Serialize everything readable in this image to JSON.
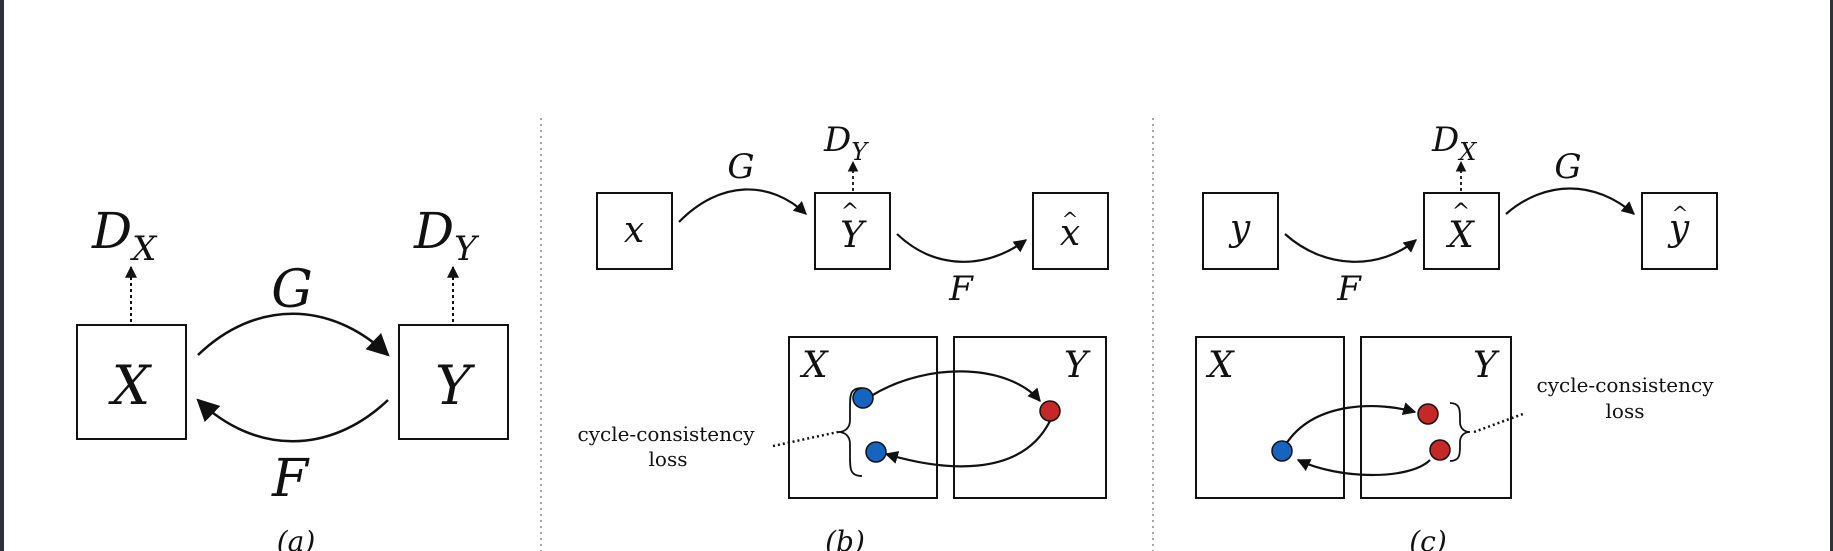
{
  "panel_a": {
    "caption": "(a)",
    "node_x": "X",
    "node_y": "Y",
    "disc_x_main": "D",
    "disc_x_sub": "X",
    "disc_y_main": "D",
    "disc_y_sub": "Y",
    "arrow_g": "G",
    "arrow_f": "F"
  },
  "panel_b": {
    "caption": "(b)",
    "node_x": "x",
    "node_yhat": "Y",
    "node_xhat": "x",
    "disc_main": "D",
    "disc_sub": "Y",
    "arrow_g": "G",
    "arrow_f": "F",
    "domain_x": "X",
    "domain_y": "Y",
    "loss_line1": "cycle-consistency",
    "loss_line2": "loss"
  },
  "panel_c": {
    "caption": "(c)",
    "node_y": "y",
    "node_xhat": "X",
    "node_yhat": "y",
    "disc_main": "D",
    "disc_sub": "X",
    "arrow_f": "F",
    "arrow_g": "G",
    "domain_x": "X",
    "domain_y": "Y",
    "loss_line1": "cycle-consistency",
    "loss_line2": "loss"
  },
  "colors": {
    "blue_point": "#1565c0",
    "red_point": "#c62828",
    "stroke": "#111111",
    "frame_edge": "#2e3138"
  }
}
